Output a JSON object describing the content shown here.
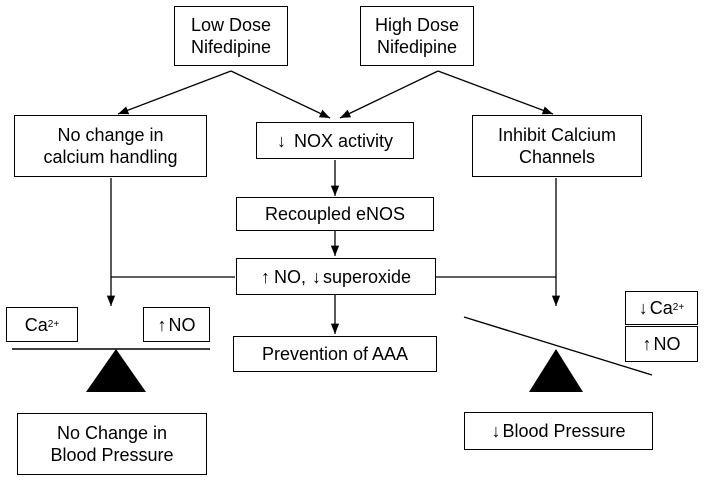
{
  "nodes": {
    "low_dose": [
      "Low Dose",
      "Nifedipine"
    ],
    "high_dose": [
      "High Dose",
      "Nifedipine"
    ],
    "no_change_calcium": [
      "No change in",
      "calcium handling"
    ],
    "nox": {
      "arrow": "↓",
      "text": "NOX activity"
    },
    "inhibit_calcium": [
      "Inhibit Calcium",
      "Channels"
    ],
    "recoupled": "Recoupled eNOS",
    "no_superoxide": {
      "arrow1": "↑",
      "text1": "NO,",
      "arrow2": "↓",
      "text2": "superoxide"
    },
    "prevention": "Prevention of AAA",
    "no_change_bp": [
      "No Change in",
      "Blood Pressure"
    ],
    "decrease_bp": {
      "arrow": "↓",
      "text": "Blood Pressure"
    }
  },
  "left_scale": {
    "ca_label": "Ca",
    "ca_sup": "2+",
    "no_arrow": "↑",
    "no_label": "NO"
  },
  "right_scale": {
    "ca_arrow": "↓",
    "ca_label": "Ca",
    "ca_sup": "2+",
    "no_arrow": "↑",
    "no_label": "NO"
  }
}
